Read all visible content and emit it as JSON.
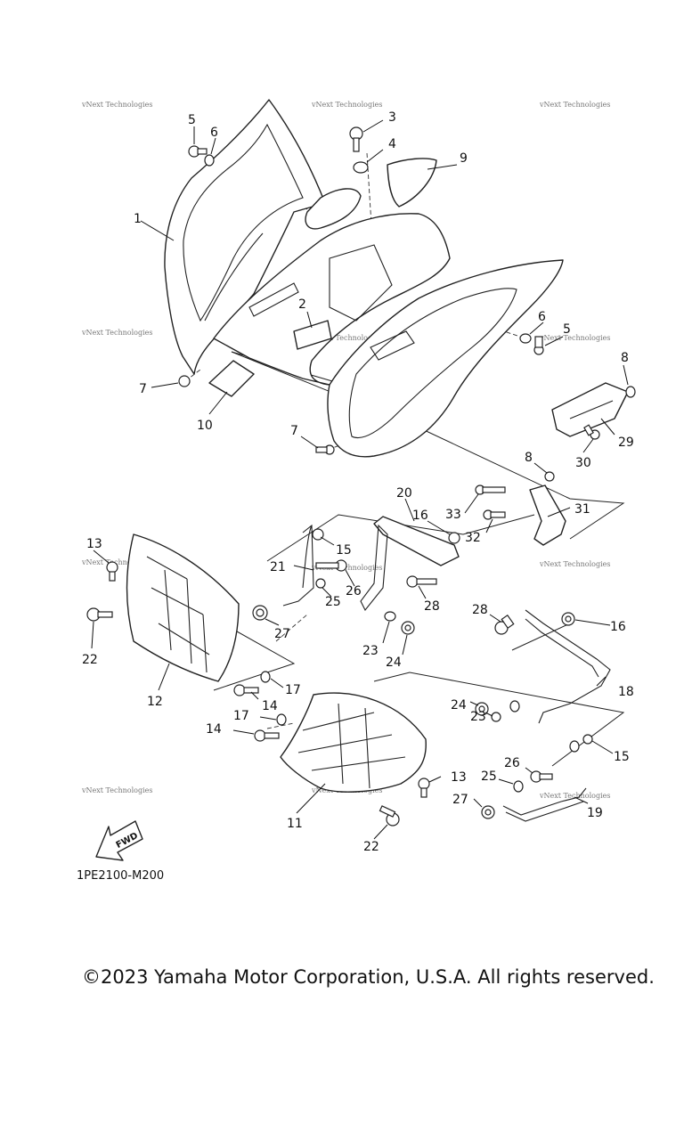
{
  "diagram": {
    "code": "1PE2100-M200",
    "fwd_label": "FWD",
    "watermark": "vNext Technologies",
    "callouts": [
      "1",
      "2",
      "3",
      "4",
      "5",
      "5",
      "6",
      "6",
      "7",
      "7",
      "8",
      "8",
      "9",
      "10",
      "11",
      "12",
      "13",
      "13",
      "14",
      "14",
      "15",
      "15",
      "16",
      "16",
      "17",
      "17",
      "18",
      "19",
      "20",
      "21",
      "22",
      "22",
      "23",
      "23",
      "24",
      "24",
      "25",
      "25",
      "26",
      "26",
      "27",
      "27",
      "28",
      "28",
      "29",
      "30",
      "31",
      "32",
      "33"
    ]
  },
  "footer": {
    "copyright": "©2023 Yamaha Motor Corporation, U.S.A. All rights reserved."
  }
}
